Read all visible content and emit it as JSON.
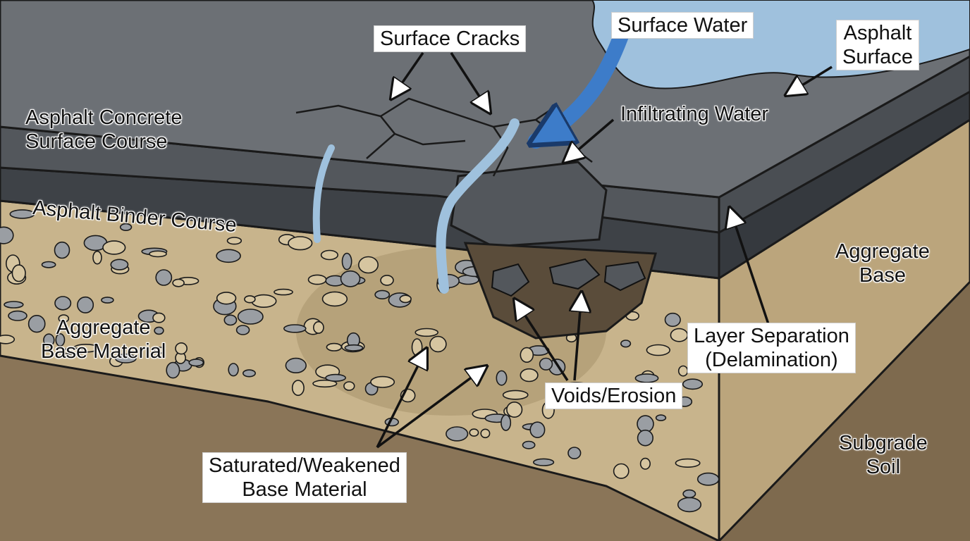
{
  "labels": {
    "surface_cracks": "Surface Cracks",
    "surface_water": "Surface Water",
    "asphalt_surface": [
      "Asphalt",
      "Surface"
    ],
    "infiltrating_water": "Infiltrating Water",
    "asphalt_concrete_surface_course": [
      "Asphalt Concrete",
      "Surface Course"
    ],
    "asphalt_binder_course": "Asphalt Binder Course",
    "aggregate_base_right": [
      "Aggregate",
      "Base"
    ],
    "aggregate_base_material": [
      "Aggregate",
      "Base Material"
    ],
    "layer_separation": [
      "Layer Separation",
      "(Delamination)"
    ],
    "voids_erosion": "Voids/Erosion",
    "subgrade_soil": [
      "Subgrade",
      "Soil"
    ],
    "saturated_weakened": [
      "Saturated/Weakened",
      "Base Material"
    ]
  },
  "colors": {
    "asphalt_top": "#6c7075",
    "asphalt_surface_side": "#53575c",
    "binder_side": "#3e4247",
    "aggregate_base": "#c8b48c",
    "aggregate_dark": "#a8946c",
    "subgrade": "#8a7558",
    "water": "#9fc1dd",
    "water_dark": "#3d7cc9",
    "stone": "#9a9ea3",
    "outline": "#1a1a1a"
  }
}
